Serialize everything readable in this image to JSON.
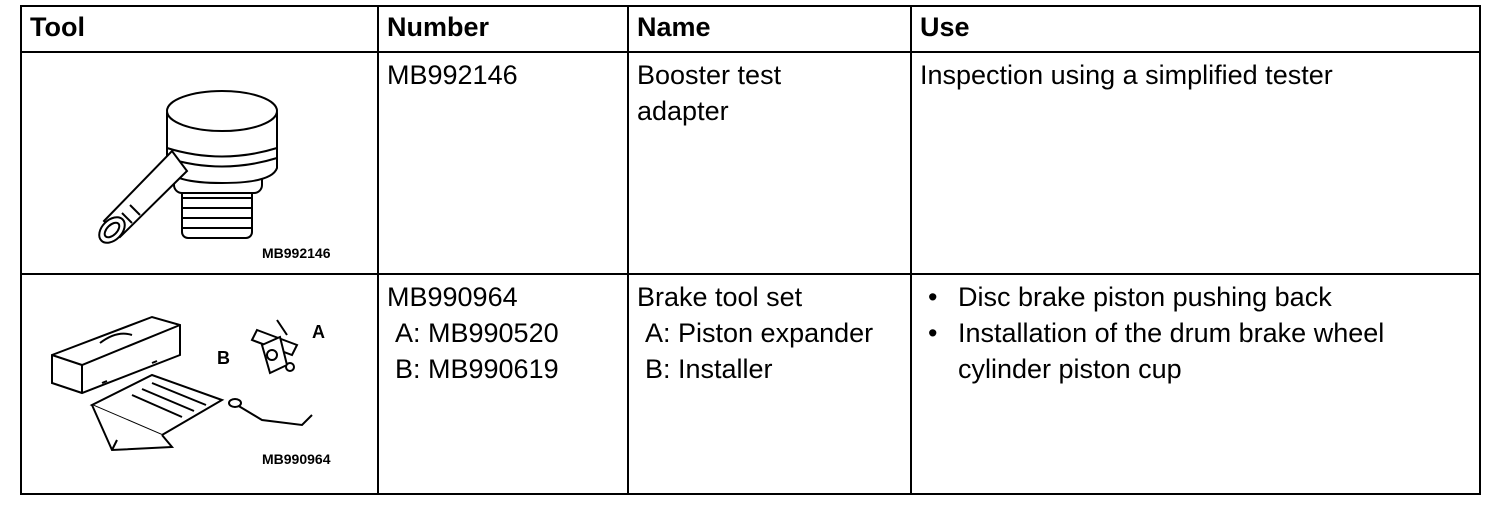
{
  "table": {
    "headers": [
      "Tool",
      "Number",
      "Name",
      "Use"
    ],
    "rows": [
      {
        "figure_label": "MB992146",
        "number": "MB992146",
        "name": [
          "Booster test",
          "adapter"
        ],
        "uses": [
          "Inspection using a simplified tester"
        ]
      },
      {
        "figure_label": "MB990964",
        "callout_a": "A",
        "callout_b": "B",
        "number": "MB990964",
        "number_subs": [
          "A: MB990520",
          "B: MB990619"
        ],
        "name": "Brake tool set",
        "name_subs": [
          "A: Piston expander",
          "B: Installer"
        ],
        "uses": [
          "Disc brake piston pushing back",
          "Installation of the drum brake wheel",
          "cylinder piston cup"
        ],
        "bullet": "•"
      }
    ]
  }
}
